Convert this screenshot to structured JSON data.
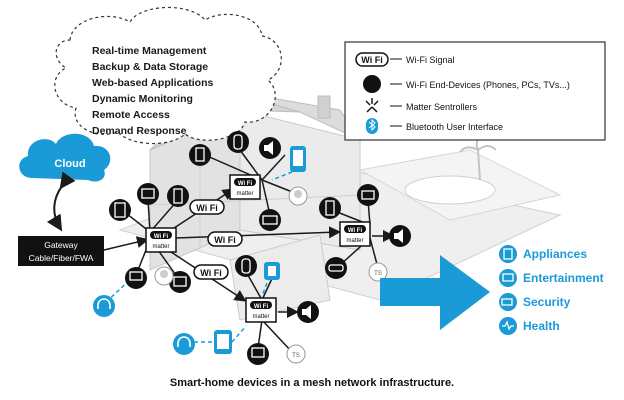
{
  "cloud": {
    "services": [
      "Real-time Management",
      "Backup & Data Storage",
      "Web-based Applications",
      "Dynamic Monitoring",
      "Remote Access",
      "Demand Response"
    ],
    "label": "Cloud"
  },
  "gateway": {
    "line1": "Gateway",
    "line2": "Cable/Fiber/FWA"
  },
  "legend": {
    "wifi_badge": "Wi Fi",
    "items": [
      "Wi-Fi Signal",
      "Wi-Fi End-Devices (Phones, PCs, TVs...)",
      "Matter Sentrollers",
      "Bluetooth User Interface"
    ]
  },
  "hub_labels": {
    "wifi": "Wi Fi",
    "matter": "matter"
  },
  "signal_labels": {
    "wifi": "Wi Fi"
  },
  "categories": [
    "Appliances",
    "Entertainment",
    "Security",
    "Health"
  ],
  "ts_label": "TS",
  "caption": "Smart-home devices in a mesh network infrastructure.",
  "colors": {
    "blue": "#1a9ad6",
    "dark": "#1a1a1a",
    "house": "#e6e6e6"
  }
}
